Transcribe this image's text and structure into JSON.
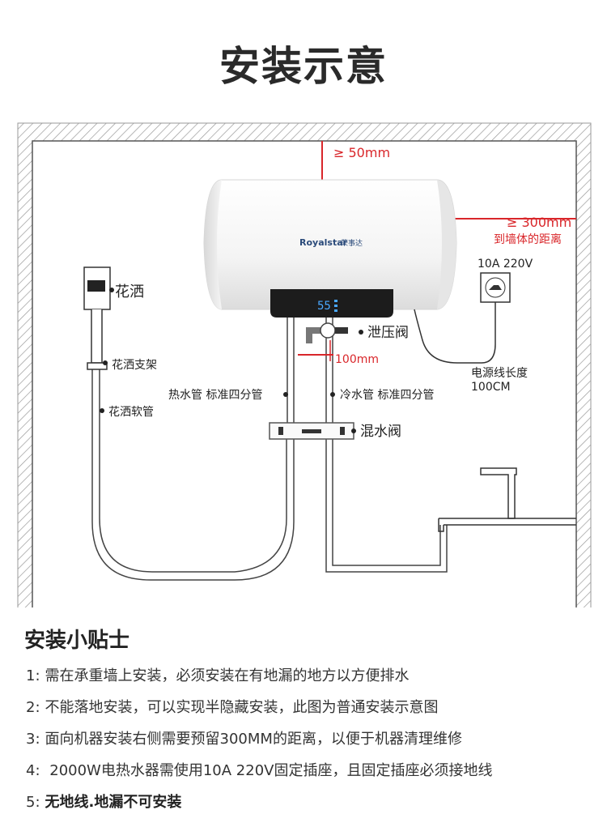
{
  "title": "安装示意",
  "diagram": {
    "top_clearance": "≥ 50mm",
    "side_clearance": "≥ 300mm",
    "side_clearance_note": "到墙体的距离",
    "brand": "Royalstar",
    "brand_cn": "荣事达",
    "display_value": "55",
    "outlet_label": "10A 220V",
    "shower_head": "花洒",
    "shower_bracket": "花洒支架",
    "shower_hose": "花洒软管",
    "relief_valve": "泄压阀",
    "pipe_spacing": "100mm",
    "hot_pipe": "热水管 标准四分管",
    "cold_pipe": "冷水管 标准四分管",
    "cable_length_line1": "电源线长度",
    "cable_length_line2": "100CM",
    "mixing_valve": "混水阀",
    "colors": {
      "red": "#d9262a",
      "wall": "#666666",
      "tank": "#f7f7f7",
      "panel": "#1c1c1c"
    }
  },
  "tips": {
    "title": "安装小贴士",
    "items": [
      {
        "num": "1:",
        "text": "需在承重墙上安装，必须安装在有地漏的地方以方便排水"
      },
      {
        "num": "2:",
        "text": "不能落地安装，可以实现半隐藏安装，此图为普通安装示意图"
      },
      {
        "num": "3:",
        "text": "面向机器安装右侧需要预留300MM的距离，以便于机器清理维修"
      },
      {
        "num": "4:",
        "text": " 2000W电热水器需使用10A 220V固定插座，且固定插座必须接地线"
      },
      {
        "num": "5:",
        "text": "无地线.地漏不可安装"
      }
    ]
  }
}
